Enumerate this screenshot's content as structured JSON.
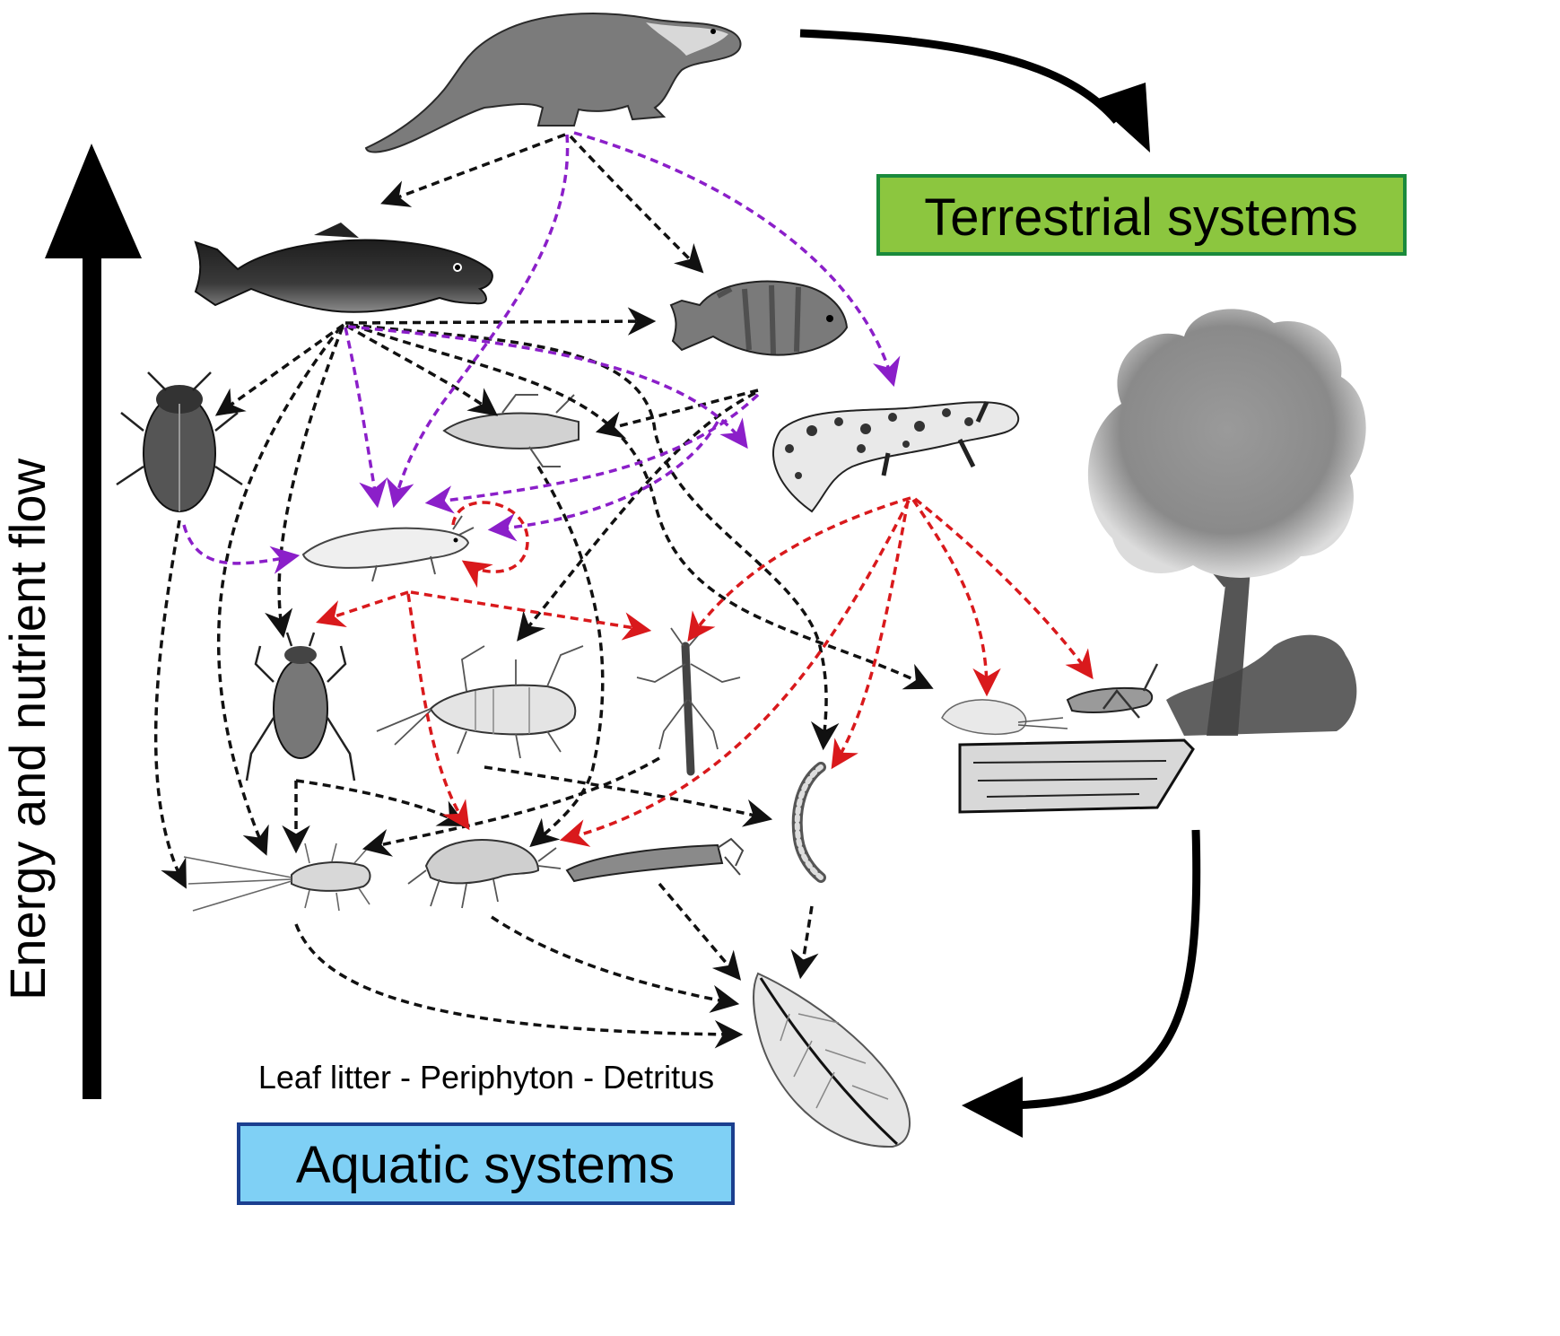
{
  "labels": {
    "energy_flow": "Energy and nutrient flow",
    "terrestrial": "Terrestrial systems",
    "aquatic": "Aquatic systems",
    "base": "Leaf litter - Periphyton - Detritus"
  },
  "colors": {
    "terrestrial_fill": "#8cc63f",
    "terrestrial_border": "#1a8a3c",
    "aquatic_fill": "#7fd0f5",
    "aquatic_border": "#1b3f8f",
    "arrow_black": "#111111",
    "arrow_purple": "#8b1fc9",
    "arrow_red": "#d9191c"
  },
  "organisms": [
    {
      "id": "otter",
      "icon": "otter-icon"
    },
    {
      "id": "trout",
      "icon": "trout-icon"
    },
    {
      "id": "sunfish",
      "icon": "sunfish-icon"
    },
    {
      "id": "salamander",
      "icon": "salamander-icon"
    },
    {
      "id": "diving-beetle",
      "icon": "beetle-icon"
    },
    {
      "id": "dragonfly-nymph",
      "icon": "dragonfly-nymph-icon"
    },
    {
      "id": "axolotl",
      "icon": "axolotl-icon"
    },
    {
      "id": "water-bug",
      "icon": "water-bug-icon"
    },
    {
      "id": "stonefly-nymph",
      "icon": "stonefly-nymph-icon"
    },
    {
      "id": "adult-stonefly",
      "icon": "adult-stonefly-icon"
    },
    {
      "id": "mayfly-nymph",
      "icon": "mayfly-nymph-icon"
    },
    {
      "id": "amphipod",
      "icon": "amphipod-icon"
    },
    {
      "id": "caddisfly-larva",
      "icon": "caddisfly-larva-icon"
    },
    {
      "id": "midge-larva",
      "icon": "midge-larva-icon"
    },
    {
      "id": "lacewing",
      "icon": "lacewing-icon"
    },
    {
      "id": "grasshopper",
      "icon": "grasshopper-icon"
    },
    {
      "id": "tree",
      "icon": "tree-icon"
    },
    {
      "id": "leaf",
      "icon": "leaf-icon"
    }
  ]
}
